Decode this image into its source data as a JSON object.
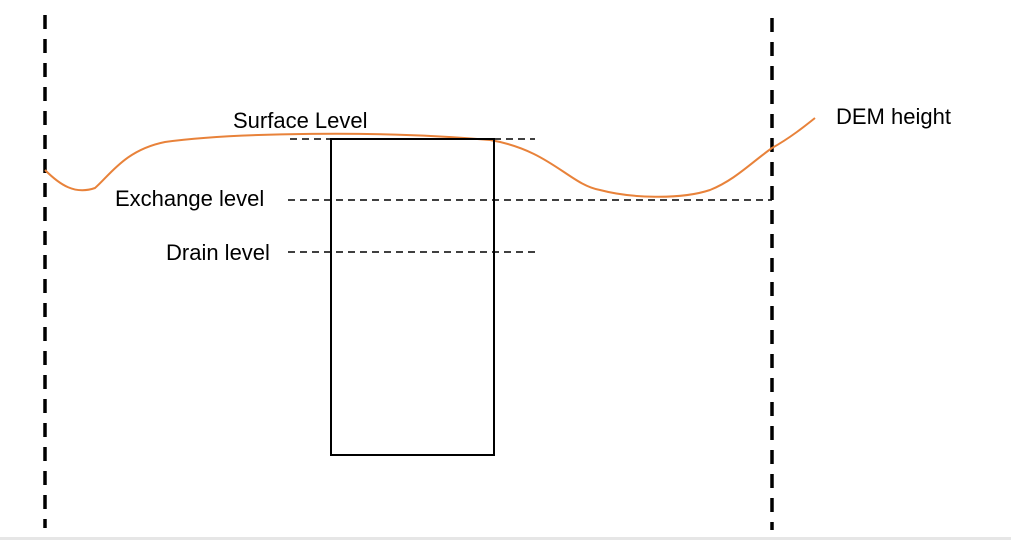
{
  "labels": {
    "surface_level": "Surface Level",
    "exchange_level": "Exchange level",
    "drain_level": "Drain level",
    "dem_height": "DEM height"
  },
  "colors": {
    "dem_curve": "#e8823a",
    "lines": "#000000",
    "background": "#ffffff"
  }
}
